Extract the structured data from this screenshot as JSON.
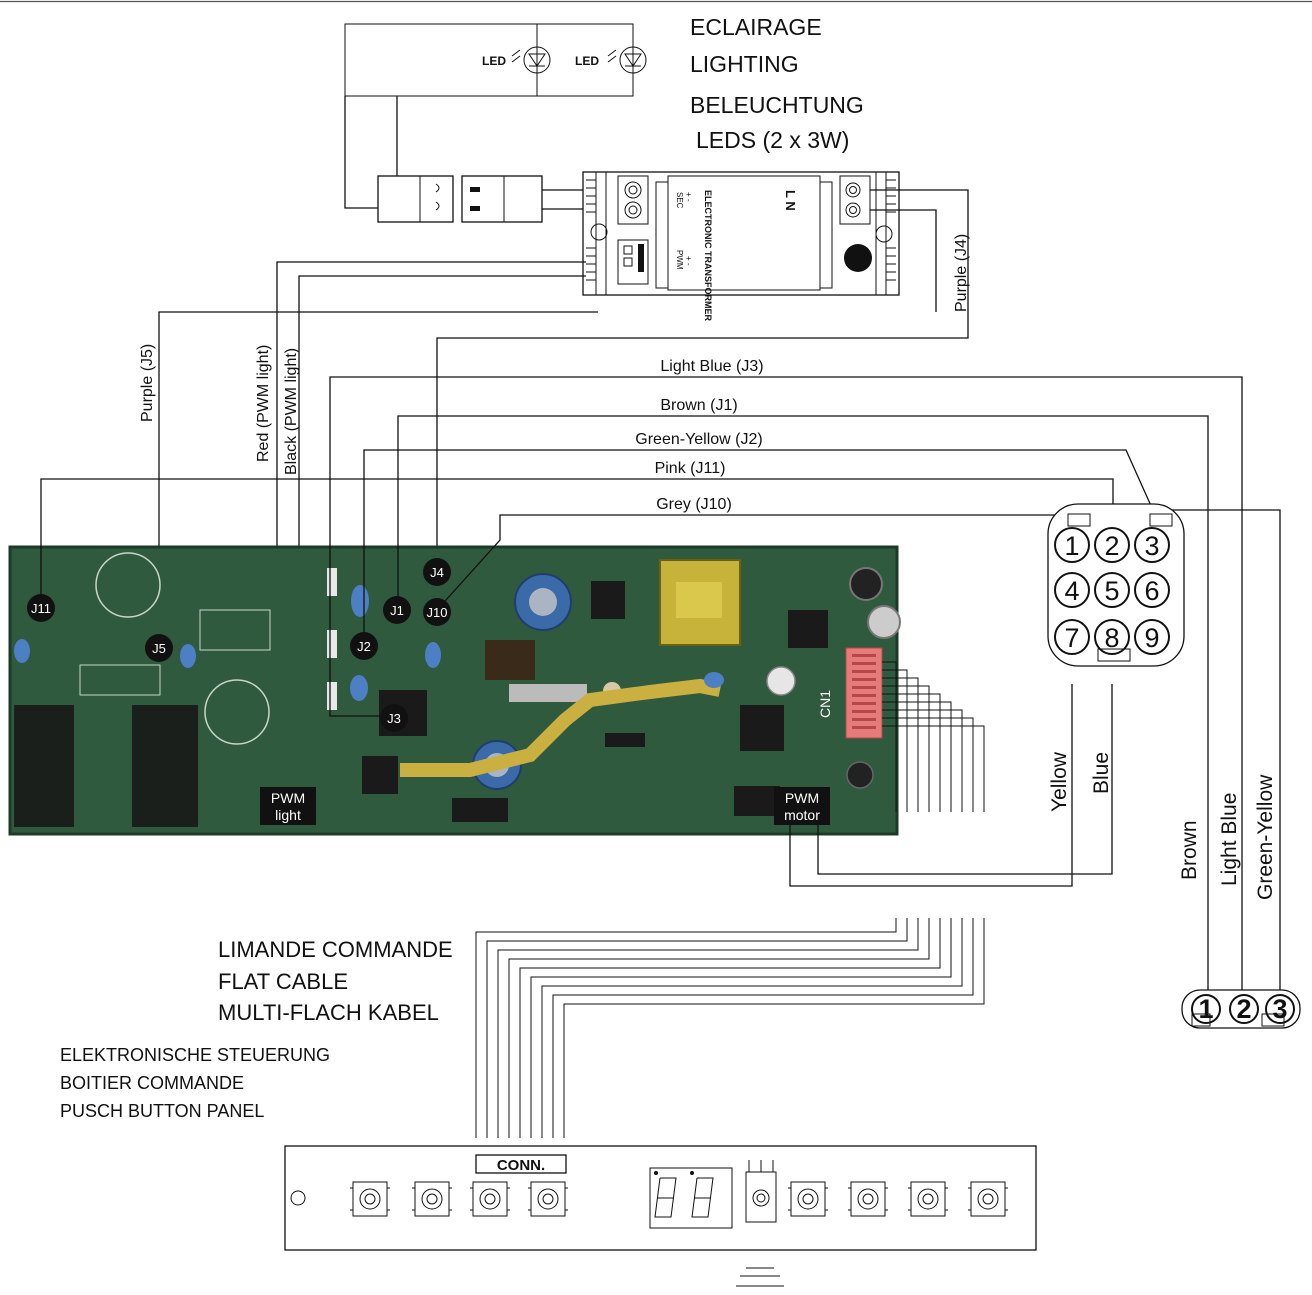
{
  "lighting": {
    "title_fr": "ECLAIRAGE",
    "title_en": "LIGHTING",
    "title_de": "BELEUCHTUNG",
    "leds_spec": "LEDS  (2 x 3W)",
    "led_label": "LED"
  },
  "transformer": {
    "name": "ELECTRONIC TRANSFORMER",
    "ln": "L  N",
    "sec": "SEC",
    "pwm": "PWM",
    "plusminus": "+  -"
  },
  "wires": {
    "purple_j4": "Purple (J4)",
    "purple_j5": "Purple (J5)",
    "red_pwm": "Red (PWM light)",
    "black_pwm": "Black (PWM light)",
    "light_blue_j3": "Light Blue (J3)",
    "brown_j1": "Brown (J1)",
    "green_yellow_j2": "Green-Yellow (J2)",
    "pink_j11": "Pink (J11)",
    "grey_j10": "Grey (J10)",
    "yellow": "Yellow",
    "blue": "Blue",
    "brown": "Brown",
    "light_blue": "Light Blue",
    "green_yellow": "Green-Yellow"
  },
  "board_tags": [
    "J11",
    "J5",
    "J1",
    "J2",
    "J3",
    "J4",
    "J10"
  ],
  "board_labels": {
    "cn1": "CN1",
    "pwm_light_1": "PWM",
    "pwm_light_2": "light",
    "pwm_motor_1": "PWM",
    "pwm_motor_2": "motor"
  },
  "connector9": [
    "1",
    "2",
    "3",
    "4",
    "5",
    "6",
    "7",
    "8",
    "9"
  ],
  "connector3": [
    "1",
    "2",
    "3"
  ],
  "flat_cable": {
    "fr": "LIMANDE COMMANDE",
    "en": "FLAT CABLE",
    "de": "MULTI-FLACH KABEL"
  },
  "panel": {
    "de": "ELEKTRONISCHE STEUERUNG",
    "fr": "BOITIER COMMANDE",
    "en": "PUSCH BUTTON PANEL",
    "conn": "CONN."
  }
}
